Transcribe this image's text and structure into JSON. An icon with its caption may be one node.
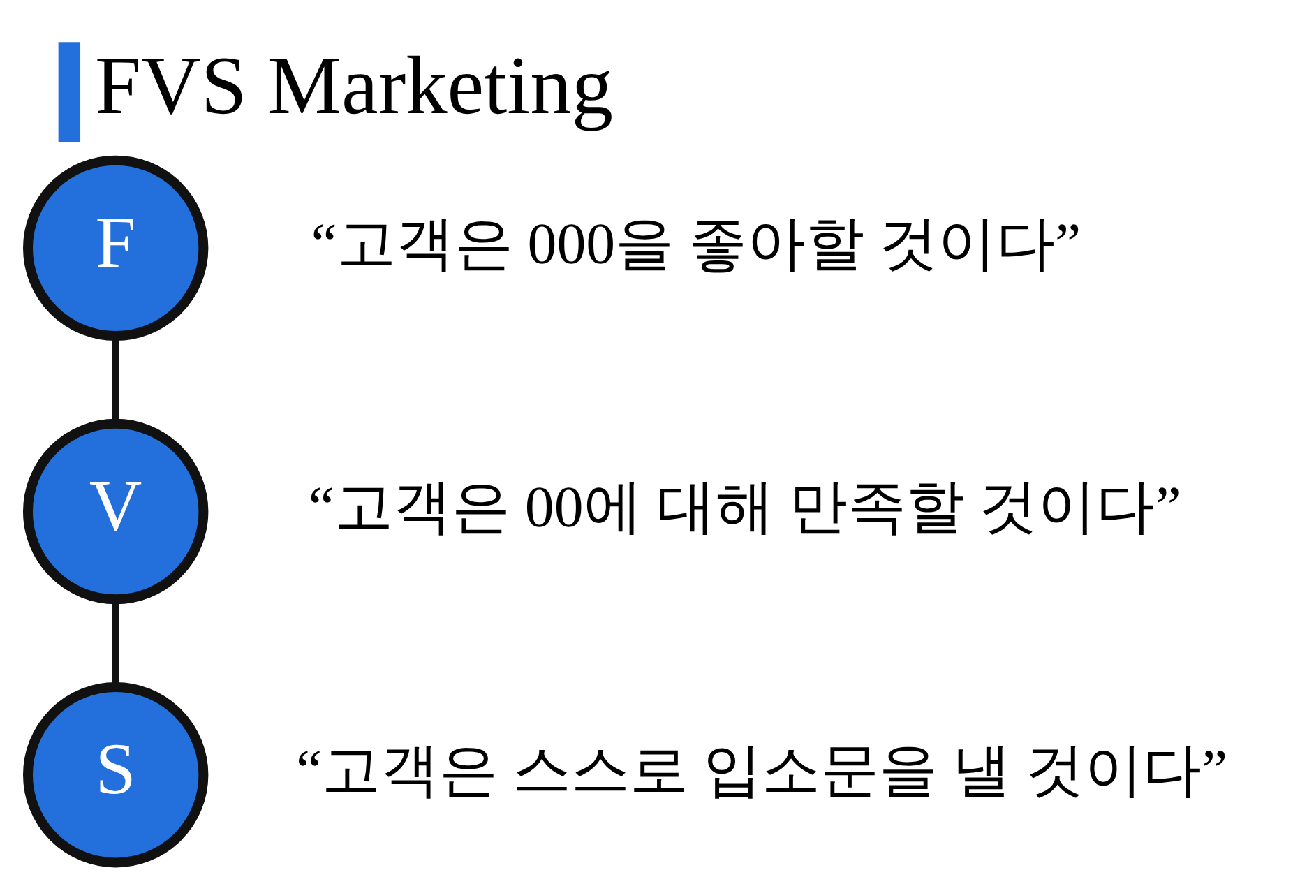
{
  "diagram": {
    "title": "FVS Marketing",
    "nodes": [
      {
        "text": [
          "F"
        ],
        "beside": [
          "“고객은 000을 좋아할 것이다”"
        ]
      },
      {
        "text": [
          "V"
        ],
        "beside": [
          "“고객은 00에 대해 만족할 것이다”"
        ]
      },
      {
        "text": [
          "S"
        ],
        "beside": [
          "“고객은 스스로 입소문을 낼 것이다”"
        ]
      }
    ],
    "edges": [
      {
        "from": 0,
        "to": 1,
        "arrow": "none"
      },
      {
        "from": 1,
        "to": 2,
        "arrow": "none"
      }
    ]
  }
}
